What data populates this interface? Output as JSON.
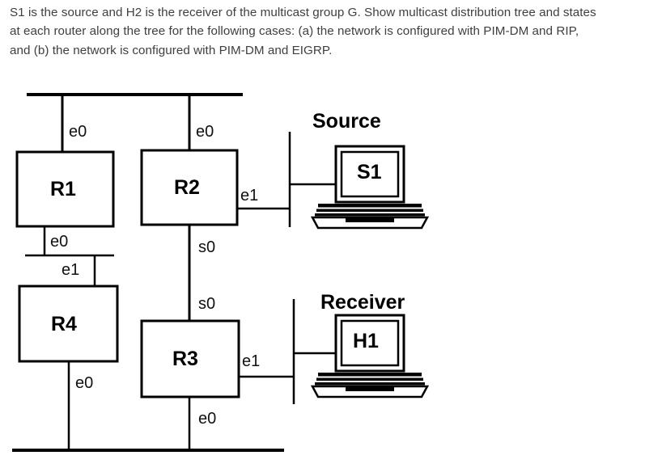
{
  "question": {
    "text": "S1 is the source and H2 is the receiver of the multicast group G. Show multicast distribution tree and states at each router along the tree for the following cases: (a) the network is configured with PIM-DM and RIP, and (b) the network is configured with PIM-DM and EIGRP."
  },
  "diagram": {
    "title": "multicast-network-topology",
    "routers": [
      {
        "id": "r1",
        "label": "R1"
      },
      {
        "id": "r2",
        "label": "R2"
      },
      {
        "id": "r3",
        "label": "R3"
      },
      {
        "id": "r4",
        "label": "R4"
      }
    ],
    "hosts": [
      {
        "id": "s1",
        "title": "Source",
        "name": "S1"
      },
      {
        "id": "h1",
        "title": "Receiver",
        "name": "H1"
      }
    ],
    "interfaces": {
      "r1_top": "e0",
      "r1_bottom": "e0",
      "r2_top": "e0",
      "r2_right": "e1",
      "r2_bottom": "s0",
      "r3_top": "s0",
      "r3_right": "e1",
      "r3_bottom": "e0",
      "r4_top": "e1",
      "r4_bottom": "e0"
    },
    "colors": {
      "line": "#000000",
      "text": "#111111",
      "background": "#ffffff",
      "question_text": "#3f3f3f"
    }
  }
}
